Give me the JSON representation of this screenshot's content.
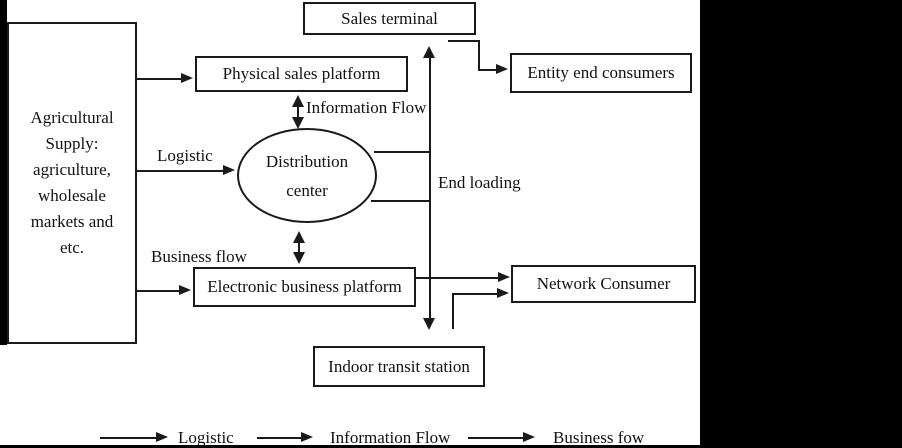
{
  "figure": {
    "background": "#ffffff",
    "line_color": "#1a1a1a",
    "scan_artifact_color": "#000000"
  },
  "nodes": {
    "agricultural_supply": {
      "lines": [
        "Agricultural",
        "Supply:",
        "agriculture,",
        "wholesale",
        "markets and",
        "etc."
      ]
    },
    "sales_terminal": {
      "label": "Sales terminal"
    },
    "physical_sales_platform": {
      "label": "Physical sales platform"
    },
    "entity_end_consumers": {
      "label": "Entity end consumers"
    },
    "distribution_center": {
      "lines": [
        "Distribution",
        "center"
      ]
    },
    "electronic_business_platform": {
      "label": "Electronic business platform"
    },
    "network_consumer": {
      "label": "Network Consumer"
    },
    "indoor_transit_station": {
      "label": "Indoor transit station"
    }
  },
  "edge_labels": {
    "information_flow": "Information Flow",
    "logistic": "Logistic",
    "end_loading": "End loading",
    "business_flow": "Business flow"
  },
  "legend": {
    "items": [
      {
        "label": "Logistic"
      },
      {
        "label": "Information Flow"
      },
      {
        "label": "Business fow"
      }
    ]
  }
}
